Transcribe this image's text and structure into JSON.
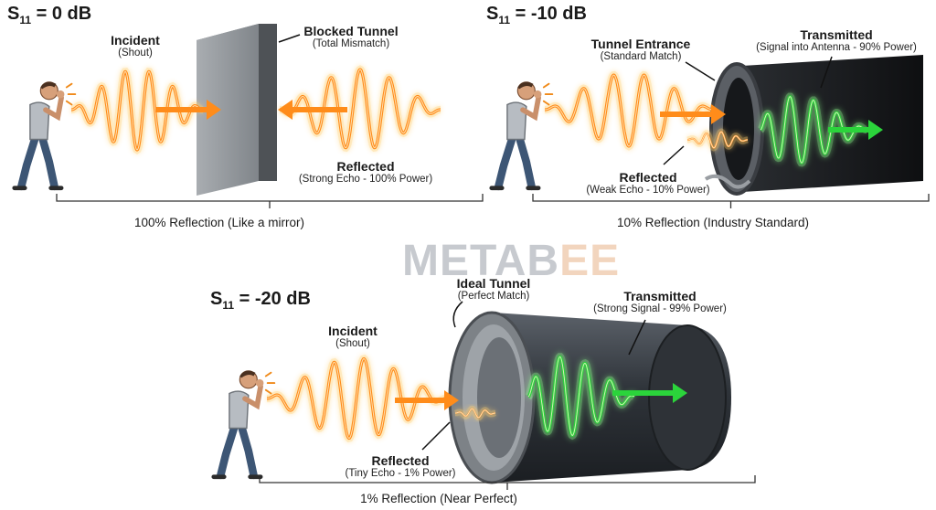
{
  "panels": [
    {
      "heading_base": "S",
      "heading_sub": "11",
      "heading_rest": " = 0 dB",
      "incident_label": "Incident",
      "incident_sub": "(Shout)",
      "barrier_label": "Blocked Tunnel",
      "barrier_sub": "(Total Mismatch)",
      "reflected_label": "Reflected",
      "reflected_sub": "(Strong Echo - 100% Power)",
      "caption": "100% Reflection (Like a mirror)"
    },
    {
      "heading_base": "S",
      "heading_sub": "11",
      "heading_rest": " = -10 dB",
      "entrance_label": "Tunnel Entrance",
      "entrance_sub": "(Standard Match)",
      "transmitted_label": "Transmitted",
      "transmitted_sub": "(Signal into Antenna - 90% Power)",
      "reflected_label": "Reflected",
      "reflected_sub": "(Weak Echo - 10% Power)",
      "caption": "10% Reflection (Industry Standard)"
    },
    {
      "heading_base": "S",
      "heading_sub": "11",
      "heading_rest": " = -20 dB",
      "incident_label": "Incident",
      "incident_sub": "(Shout)",
      "tunnel_label": "Ideal Tunnel",
      "tunnel_sub": "(Perfect Match)",
      "transmitted_label": "Transmitted",
      "transmitted_sub": "(Strong Signal - 99% Power)",
      "reflected_label": "Reflected",
      "reflected_sub": "(Tiny Echo - 1% Power)",
      "caption": "1% Reflection (Near Perfect)"
    }
  ],
  "watermark": {
    "main": "METAB",
    "accent": "EE"
  },
  "colors": {
    "incident": "#ff8c1a",
    "glow": "#ffcf6e",
    "transmitted": "#2bd43b",
    "tube": "#3a3f46",
    "wall": "#8e9296"
  },
  "icons": [
    "person-shouting-icon",
    "concrete-wall-icon",
    "tunnel-pipe-icon",
    "arrow-icon",
    "wave-icon"
  ]
}
